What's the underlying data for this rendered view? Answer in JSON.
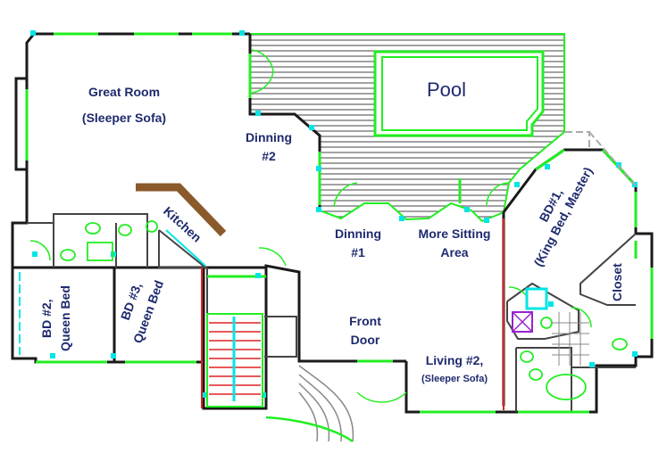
{
  "plan": {
    "colors": {
      "wall": "#1a1a1a",
      "green": "#22ee22",
      "cyan": "#00e5e5",
      "deck_line": "#7a7a7a",
      "stair_red": "#dd2222",
      "counter_brown": "#8b5a2b",
      "label": "#1e2a6e",
      "purple": "#9a22cc"
    },
    "labels": {
      "great_room_1": "Great Room",
      "great_room_2": "(Sleeper Sofa)",
      "pool": "Pool",
      "dinning2_1": "Dinning",
      "dinning2_2": "#2",
      "kitchen": "Kitchen",
      "dinning1_1": "Dinning",
      "dinning1_2": "#1",
      "sitting_1": "More Sitting",
      "sitting_2": "Area",
      "bd1_1": "BD#1,",
      "bd1_2": "(King Bed, Master)",
      "closet": "Closet",
      "bd2_1": "BD #2,",
      "bd2_2": "Queen Bed",
      "bd3_1": "BD #3,",
      "bd3_2": "Queen Bed",
      "front_door_1": "Front",
      "front_door_2": "Door",
      "living2_1": "Living #2,",
      "living2_2": "(Sleeper Sofa)"
    }
  }
}
